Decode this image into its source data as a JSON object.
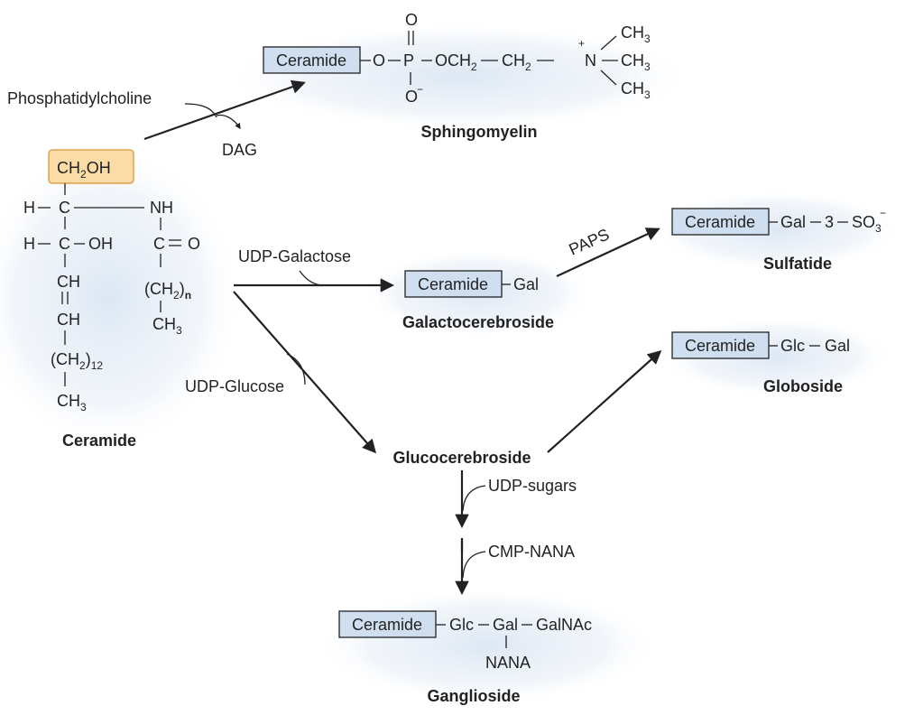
{
  "colors": {
    "ceramide_box_fill": "#cfdff0",
    "highlight_fill": "#fbdca6",
    "highlight_stroke": "#e0a050",
    "glow": "#dbe6f3",
    "ink": "#222222"
  },
  "sphingomyelin": {
    "box": "Ceramide",
    "o_link": "O",
    "p": "P",
    "o_top": "O",
    "o_minus": "O",
    "minus": "−",
    "och": "OCH",
    "sub2a": "2",
    "ch": "CH",
    "sub2b": "2",
    "n": "N",
    "plus": "+",
    "me1": "CH",
    "me1_sub": "3",
    "me2": "CH",
    "me2_sub": "3",
    "me3": "CH",
    "me3_sub": "3",
    "name": "Sphingomyelin"
  },
  "phosphatidylcholine": "Phosphatidylcholine",
  "dag": "DAG",
  "ceramide_struct": {
    "ch2oh_ch": "CH",
    "ch2oh_sub": "2",
    "ch2oh_oh": "OH",
    "h1": "H",
    "c1": "C",
    "nh": "NH",
    "h2": "H",
    "c2": "C",
    "oh": "OH",
    "c_eq": "C",
    "o_eq": "O",
    "ch_a": "CH",
    "ch_b": "CH",
    "chain_l_open": "(CH",
    "chain_l_sub": "2",
    "chain_l_close": ")",
    "chain_l_n": "12",
    "ch3_l": "CH",
    "ch3_l_sub": "3",
    "chain_r_open": "(CH",
    "chain_r_sub": "2",
    "chain_r_close": ")",
    "chain_r_n": "n",
    "ch3_r": "CH",
    "ch3_r_sub": "3",
    "name": "Ceramide"
  },
  "udp_galactose": "UDP-Galactose",
  "galactocerebroside": {
    "box": "Ceramide",
    "gal": "Gal",
    "name": "Galactocerebroside"
  },
  "paps": "PAPS",
  "sulfatide": {
    "box": "Ceramide",
    "gal": "Gal",
    "three": "3",
    "so": "SO",
    "so_sub": "3",
    "so_sup": "−",
    "name": "Sulfatide"
  },
  "udp_glucose": "UDP-Glucose",
  "glucocerebroside": "Glucocerebroside",
  "globoside": {
    "box": "Ceramide",
    "glc": "Glc",
    "gal": "Gal",
    "name": "Globoside"
  },
  "udp_sugars": "UDP-sugars",
  "cmp_nana": "CMP-NANA",
  "ganglioside": {
    "box": "Ceramide",
    "glc": "Glc",
    "gal": "Gal",
    "galnac": "GalNAc",
    "nana": "NANA",
    "name": "Ganglioside"
  }
}
